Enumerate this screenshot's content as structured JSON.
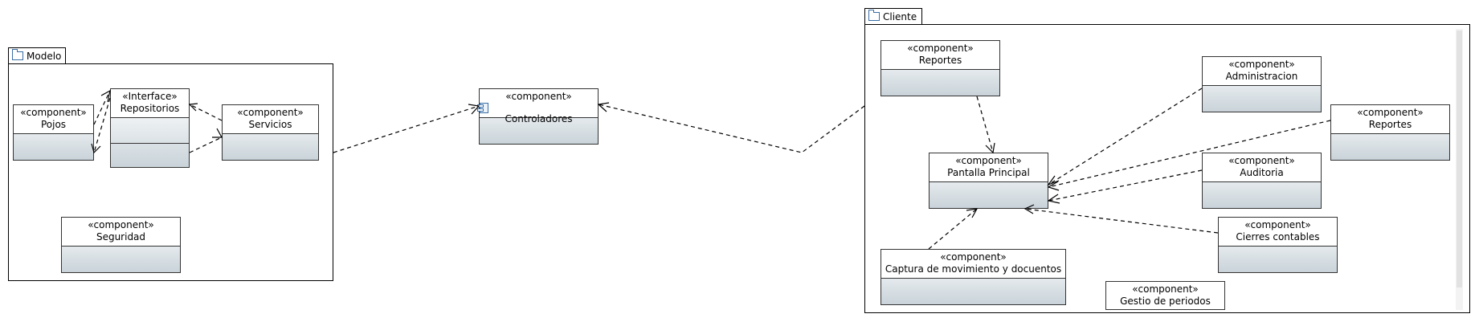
{
  "packages": {
    "modelo": {
      "label": "Modelo"
    },
    "cliente": {
      "label": "Cliente"
    }
  },
  "components": {
    "pojos": {
      "stereotype": "«component»",
      "name": "Pojos"
    },
    "repositorios": {
      "stereotype": "«Interface»",
      "name": "Repositorios"
    },
    "servicios": {
      "stereotype": "«component»",
      "name": "Servicios"
    },
    "seguridad": {
      "stereotype": "«component»",
      "name": "Seguridad"
    },
    "controladores": {
      "stereotype": "«component»",
      "name": "Controladores"
    },
    "reportes_top": {
      "stereotype": "«component»",
      "name": "Reportes"
    },
    "administracion": {
      "stereotype": "«component»",
      "name": "Administracion"
    },
    "reportes_right": {
      "stereotype": "«component»",
      "name": "Reportes"
    },
    "pantalla_principal": {
      "stereotype": "«component»",
      "name": "Pantalla Principal"
    },
    "auditoria": {
      "stereotype": "«component»",
      "name": "Auditoria"
    },
    "cierres_contables": {
      "stereotype": "«component»",
      "name": "Cierres contables"
    },
    "captura": {
      "stereotype": "«component»",
      "name": "Captura de movimiento y docuentos"
    },
    "gestio_periodos": {
      "stereotype": "«component»",
      "name": "Gestio de periodos"
    }
  },
  "colors": {
    "line": "#000000",
    "icon_accent": "#3a6ea5",
    "component_gradient_bottom": "#c9d3d9"
  },
  "icons": {
    "package": "folder-icon",
    "component": "component-icon"
  }
}
